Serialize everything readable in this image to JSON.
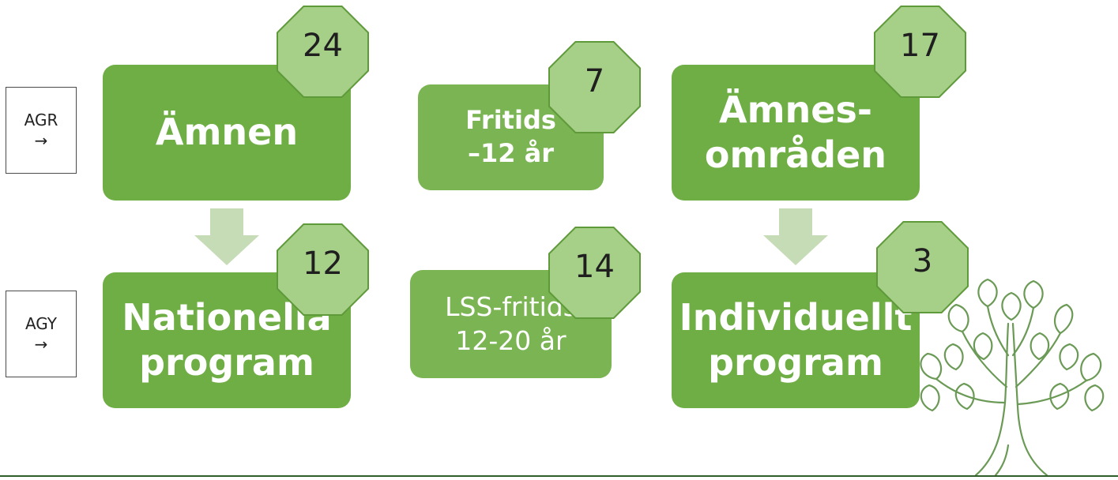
{
  "side_labels": {
    "agr": {
      "text": "AGR",
      "arrow": "→"
    },
    "agy": {
      "text": "AGY",
      "arrow": "→"
    }
  },
  "boxes": {
    "amnen": {
      "lines": [
        "Ämnen"
      ],
      "badge": "24"
    },
    "fritids": {
      "lines": [
        "Fritids",
        "–12 år"
      ],
      "badge": "7"
    },
    "amnesomraden": {
      "lines": [
        "Ämnes-",
        "områden"
      ],
      "badge": "17"
    },
    "nationella": {
      "lines": [
        "Nationella",
        "program"
      ],
      "badge": "12"
    },
    "lss": {
      "lines": [
        "LSS-fritids",
        "12-20 år"
      ],
      "badge": "14"
    },
    "individuellt": {
      "lines": [
        "Individuellt",
        "program"
      ],
      "badge": "3"
    }
  },
  "colors": {
    "box_green": "#6fae45",
    "small_box_green": "#7bb553",
    "badge_fill": "#a6cf88",
    "badge_border": "#5f9a3a",
    "arrow": "#c6dcb7",
    "rule": "#2f5e2a"
  },
  "icons": {
    "down_arrow": "down-arrow-icon",
    "tree": "tree-logo-icon"
  }
}
